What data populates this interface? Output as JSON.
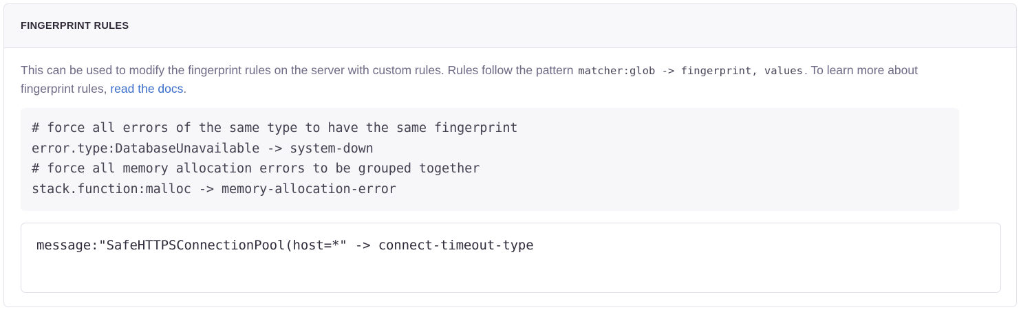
{
  "panel": {
    "title": "FINGERPRINT RULES",
    "description": {
      "lead": "This can be used to modify the fingerprint rules on the server with custom rules. Rules follow the pattern ",
      "inline_code": "matcher:glob -> fingerprint, values",
      "middle": ". To learn more about fingerprint rules, ",
      "link_label": "read the docs",
      "trailing": "."
    },
    "example_code": {
      "lines": [
        "# force all errors of the same type to have the same fingerprint",
        "error.type:DatabaseUnavailable -> system-down",
        "# force all memory allocation errors to be grouped together",
        "stack.function:malloc -> memory-allocation-error"
      ]
    },
    "rules_input": {
      "value": "message:\"SafeHTTPSConnectionPool(host=*\" -> connect-timeout-type",
      "placeholder": ""
    }
  },
  "colors": {
    "panel_border": "#e3e1e9",
    "header_bg": "#f8f8fb",
    "title_text": "#2f2936",
    "body_text": "#6e6a85",
    "link": "#3b6ecc",
    "code_bg": "#f7f7fa",
    "code_text": "#44404f",
    "input_text": "#302b3a",
    "input_border": "#e0dee8"
  }
}
